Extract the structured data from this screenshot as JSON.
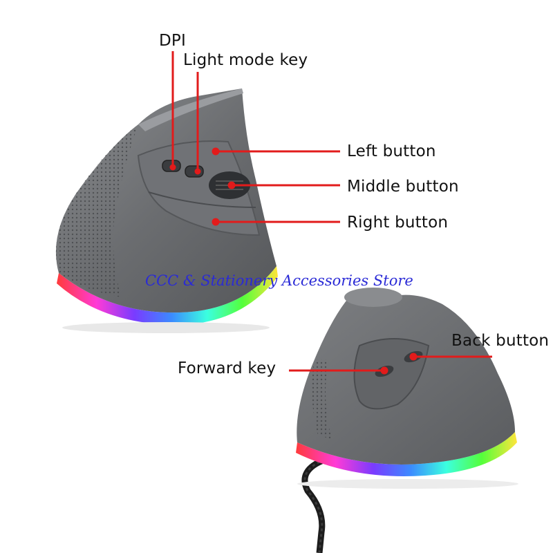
{
  "labels": {
    "dpi": "DPI",
    "light_mode_key": "Light mode key",
    "left_button": "Left button",
    "middle_button": "Middle button",
    "right_button": "Right button",
    "back_button": "Back button",
    "forward_key": "Forward key"
  },
  "watermark": "CCC & Stationery Accessories Store",
  "colors": {
    "callout_line": "#e21b1b",
    "mouse_body": "#6b6d70",
    "mouse_dark": "#4a4c4f",
    "watermark": "#2a2ad6"
  },
  "rgb_strip": [
    "#ff3b3b",
    "#ff3bd6",
    "#7a3bff",
    "#3b8bff",
    "#3bffe0",
    "#54ff3b",
    "#ffe53b"
  ]
}
